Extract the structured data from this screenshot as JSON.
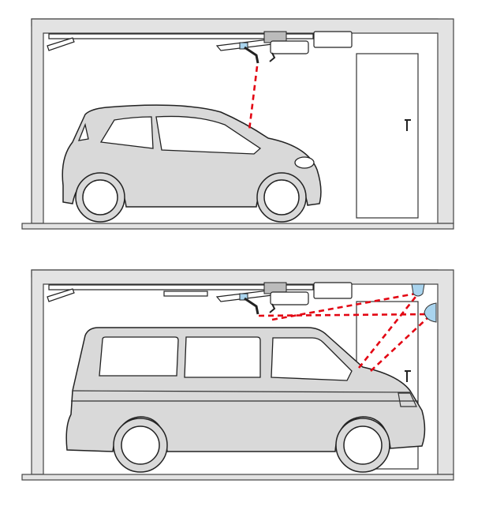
{
  "colors": {
    "car_body": "#d9d9d9",
    "safety_beam": "#e30613",
    "sensor": "#a9d4ee",
    "wall": "#e3e3e3"
  },
  "scenes": [
    {
      "vehicle": "hatchback",
      "sensors": 0,
      "beams": 1
    },
    {
      "vehicle": "van",
      "sensors": 2,
      "beams": 4
    }
  ]
}
